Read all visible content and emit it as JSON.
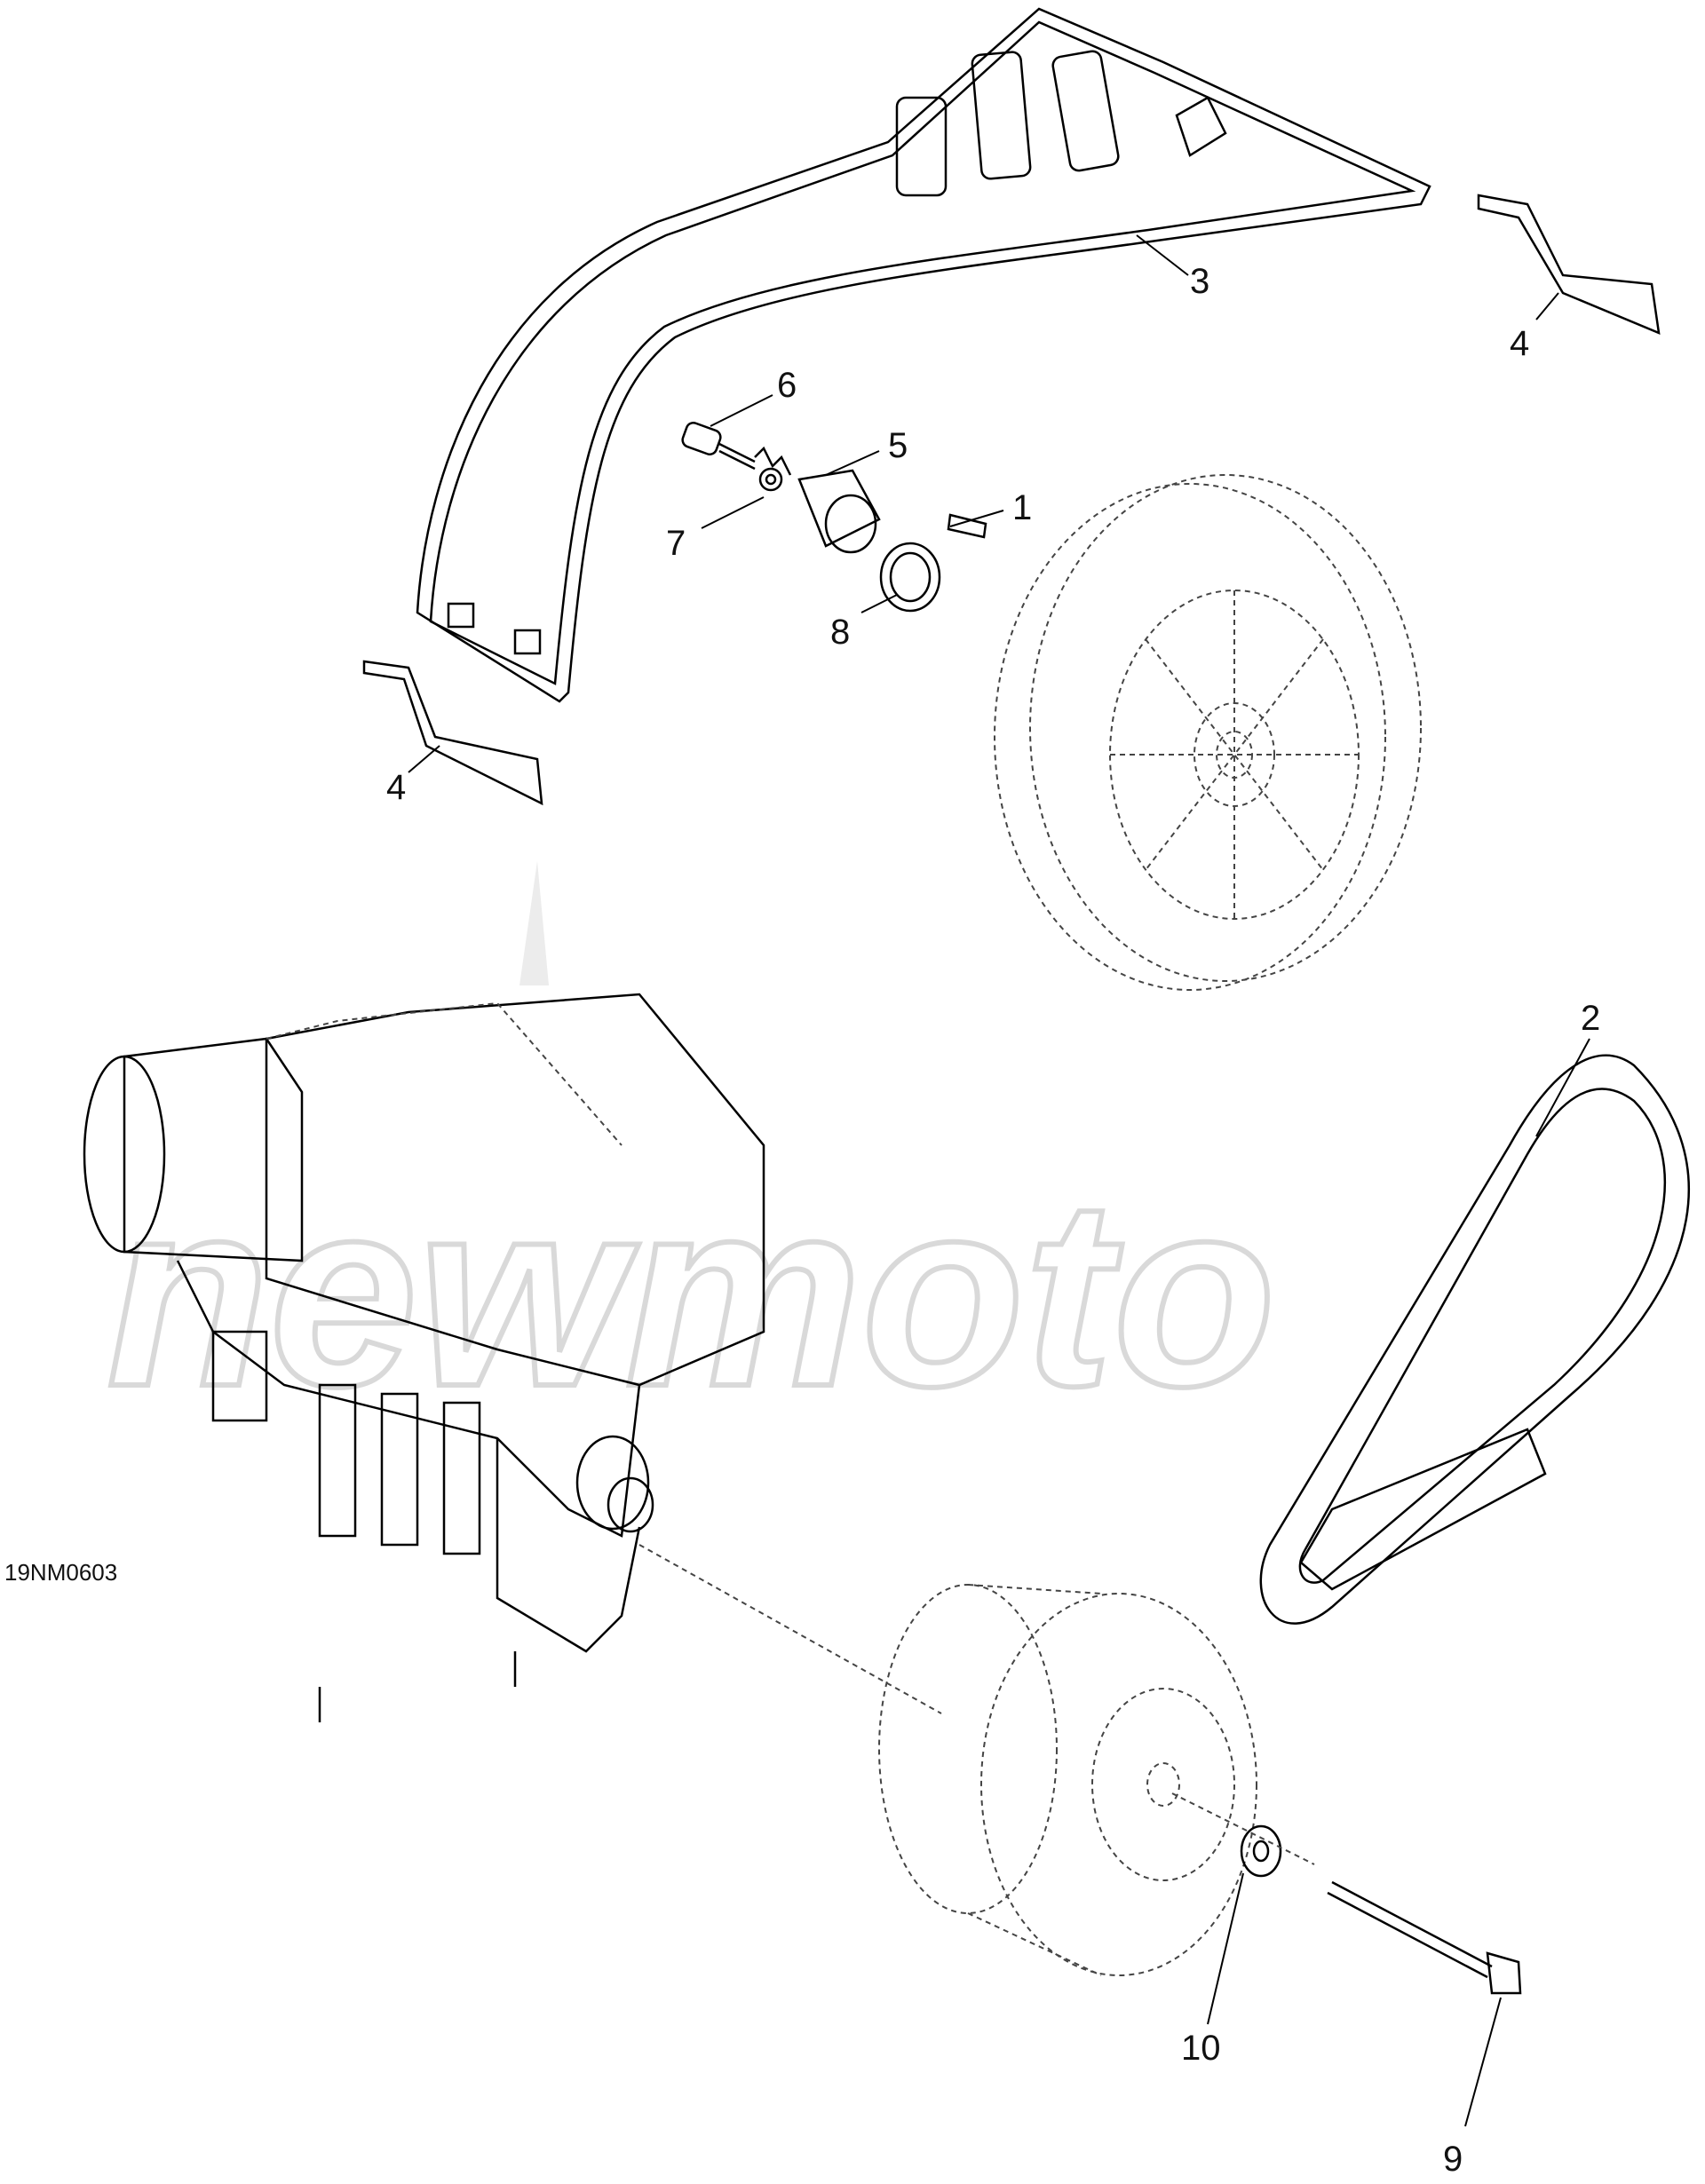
{
  "diagram": {
    "code": "19NM0603",
    "watermark": "newmoto",
    "callouts": [
      {
        "id": "1",
        "label": "1"
      },
      {
        "id": "2",
        "label": "2"
      },
      {
        "id": "3",
        "label": "3"
      },
      {
        "id": "4a",
        "label": "4"
      },
      {
        "id": "4b",
        "label": "4"
      },
      {
        "id": "5",
        "label": "5"
      },
      {
        "id": "6",
        "label": "6"
      },
      {
        "id": "7",
        "label": "7"
      },
      {
        "id": "8",
        "label": "8"
      },
      {
        "id": "9",
        "label": "9"
      },
      {
        "id": "10",
        "label": "10"
      }
    ]
  }
}
